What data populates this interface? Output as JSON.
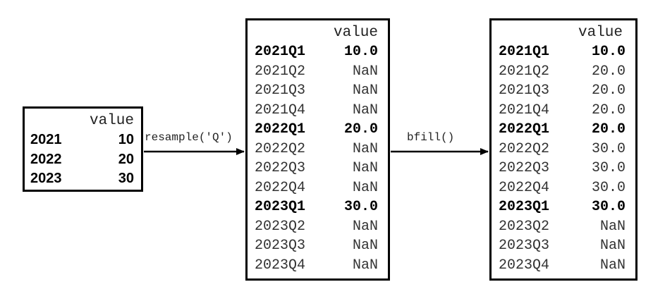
{
  "source_table": {
    "header": "value",
    "rows": [
      {
        "index": "2021",
        "value": "10",
        "bold": true
      },
      {
        "index": "2022",
        "value": "20",
        "bold": true
      },
      {
        "index": "2023",
        "value": "30",
        "bold": true
      }
    ]
  },
  "arrow1": {
    "label": "resample('Q')"
  },
  "resampled_table": {
    "header": "value",
    "rows": [
      {
        "index": "2021Q1",
        "value": "10.0",
        "bold": true
      },
      {
        "index": "2021Q2",
        "value": "NaN",
        "bold": false
      },
      {
        "index": "2021Q3",
        "value": "NaN",
        "bold": false
      },
      {
        "index": "2021Q4",
        "value": "NaN",
        "bold": false
      },
      {
        "index": "2022Q1",
        "value": "20.0",
        "bold": true
      },
      {
        "index": "2022Q2",
        "value": "NaN",
        "bold": false
      },
      {
        "index": "2022Q3",
        "value": "NaN",
        "bold": false
      },
      {
        "index": "2022Q4",
        "value": "NaN",
        "bold": false
      },
      {
        "index": "2023Q1",
        "value": "30.0",
        "bold": true
      },
      {
        "index": "2023Q2",
        "value": "NaN",
        "bold": false
      },
      {
        "index": "2023Q3",
        "value": "NaN",
        "bold": false
      },
      {
        "index": "2023Q4",
        "value": "NaN",
        "bold": false
      }
    ]
  },
  "arrow2": {
    "label": "bfill()"
  },
  "filled_table": {
    "header": "value",
    "rows": [
      {
        "index": "2021Q1",
        "value": "10.0",
        "bold": true
      },
      {
        "index": "2021Q2",
        "value": "20.0",
        "bold": false
      },
      {
        "index": "2021Q3",
        "value": "20.0",
        "bold": false
      },
      {
        "index": "2021Q4",
        "value": "20.0",
        "bold": false
      },
      {
        "index": "2022Q1",
        "value": "20.0",
        "bold": true
      },
      {
        "index": "2022Q2",
        "value": "30.0",
        "bold": false
      },
      {
        "index": "2022Q3",
        "value": "30.0",
        "bold": false
      },
      {
        "index": "2022Q4",
        "value": "30.0",
        "bold": false
      },
      {
        "index": "2023Q1",
        "value": "30.0",
        "bold": true
      },
      {
        "index": "2023Q2",
        "value": "NaN",
        "bold": false
      },
      {
        "index": "2023Q3",
        "value": "NaN",
        "bold": false
      },
      {
        "index": "2023Q4",
        "value": "NaN",
        "bold": false
      }
    ]
  }
}
